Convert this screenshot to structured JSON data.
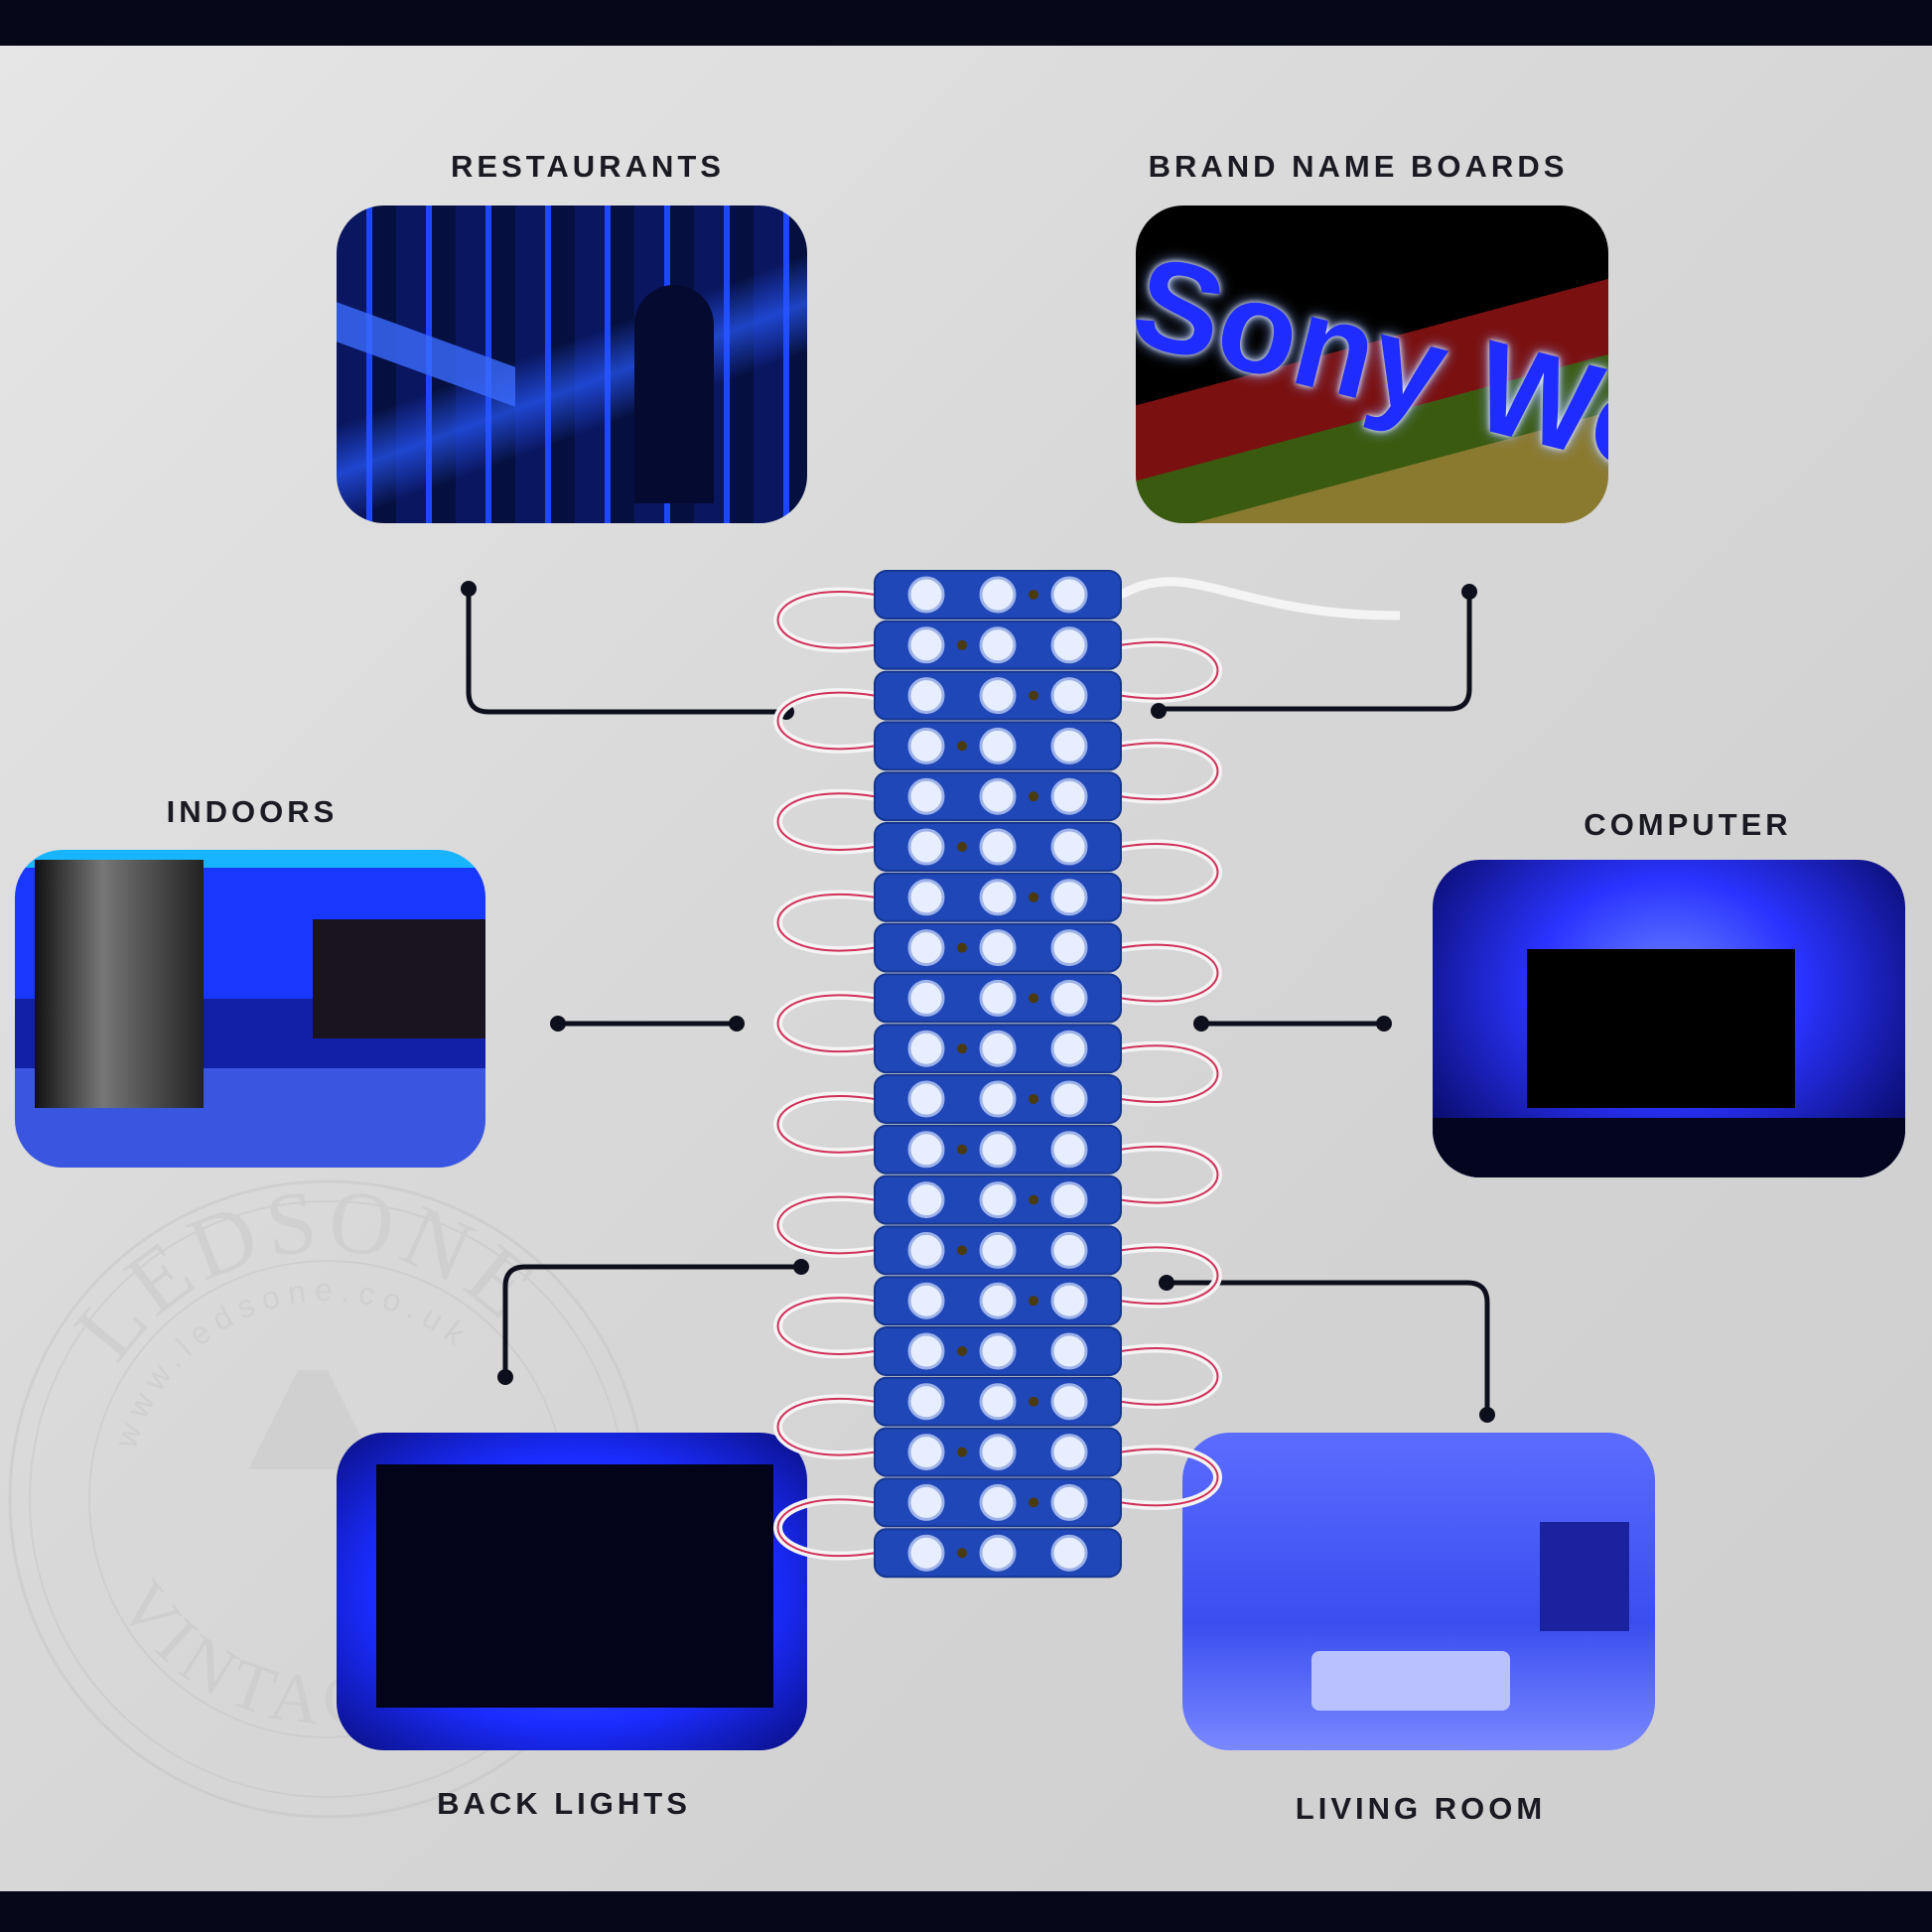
{
  "watermark": {
    "brand": "LEDSONE",
    "url": "www.ledsone.co.uk",
    "tagline": "VINTAGE LIGHTS"
  },
  "applications": [
    {
      "label": "RESTAURANTS",
      "image": "blue-lit-bar-restaurant"
    },
    {
      "label": "BRAND NAME BOARDS",
      "image": "illuminated-sign-letters",
      "sign_text": "Sony Wo"
    },
    {
      "label": "INDOORS",
      "image": "blue-lit-kitchen"
    },
    {
      "label": "COMPUTER",
      "image": "monitor-backlight"
    },
    {
      "label": "BACK LIGHTS",
      "image": "tv-backlight"
    },
    {
      "label": "LIVING ROOM",
      "image": "blue-lit-living-room"
    }
  ],
  "product": {
    "name": "led-module-string",
    "module_count": 20,
    "leds_per_module": 3,
    "color": "#1f47b8"
  },
  "colors": {
    "background": "#d9d9d9",
    "frame": "#06081a",
    "accent": "#1a2cff"
  }
}
